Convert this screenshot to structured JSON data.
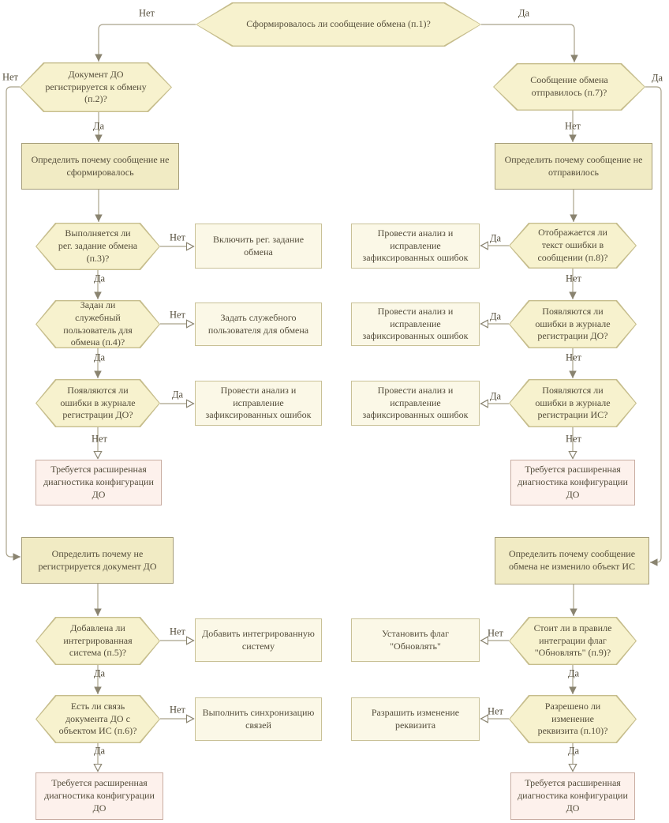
{
  "labels": {
    "yes": "Да",
    "no": "Нет"
  },
  "nodes": {
    "q1": "Сформировалось ли сообщение обмена (п.1)?",
    "q2": "Документ ДО регистрируется к обмену (п.2)?",
    "determine_not_formed": "Определить почему сообщение не сформировалось",
    "q3": "Выполняется ли рег. задание обмена (п.3)?",
    "enable_reg_job": "Включить рег. задание обмена",
    "q4": "Задан ли служебный пользователь для обмена (п.4)?",
    "set_service_user": "Задать служебного пользователя для обмена",
    "q_errors_journal_do": "Появляются ли ошибки в журнале регистрации ДО?",
    "fix_errors": "Провести анализ и исправление зафиксированных ошибок",
    "diagnostics_required": "Требуется расширенная диагностика конфигурации ДО",
    "determine_not_registered": "Определить почему не регистрируется документ ДО",
    "q5": "Добавлена ли интегрированная система (п.5)?",
    "add_integrated_system": "Добавить интегрированную систему",
    "q6": "Есть ли связь документа ДО с объектом ИС (п.6)?",
    "sync_links": "Выполнить синхронизацию связей",
    "q7": "Сообщение обмена отправилось (п.7)?",
    "determine_not_sent": "Определить почему сообщение не отправилось",
    "q8": "Отображается ли текст ошибки в сообщении (п.8)?",
    "q_errors_journal_is": "Появляются ли ошибки в журнале регистрации ИС?",
    "determine_not_changed": "Определить почему сообщение обмена не изменило объект ИС",
    "q9": "Стоит ли в правиле интеграции флаг \"Обновлять\" (п.9)?",
    "set_update_flag": "Установить флаг \"Обновлять\"",
    "q10": "Разрешено ли изменение реквизита (п.10)?",
    "allow_attribute_change": "Разрашить изменение реквизита"
  },
  "colors": {
    "hex_fill": "#f7f2ce",
    "hex_border": "#c6bd8c",
    "rect_fill": "#f1ebc4",
    "rect_border": "#a59d79",
    "action_fill": "#fbf8e7",
    "action_border": "#c9c197",
    "pink_fill": "#fdf1ec",
    "pink_border": "#c9ada2",
    "line": "#a9a28a",
    "line_dark": "#8a8470",
    "text": "#534c3a"
  }
}
